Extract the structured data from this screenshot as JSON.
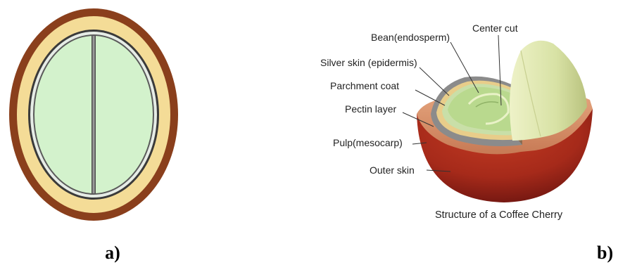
{
  "panel_a": {
    "letter": "a)"
  },
  "panel_b": {
    "letter": "b)",
    "caption": "Structure of a Coffee Cherry",
    "labels": {
      "bean": "Bean(endosperm)",
      "center_cut": "Center cut",
      "silver_skin": "Silver skin (epidermis)",
      "parchment": "Parchment coat",
      "pectin": "Pectin layer",
      "pulp": "Pulp(mesocarp)",
      "outer_skin": "Outer skin"
    }
  },
  "colors": {
    "outer_skin": "#8a3f1c",
    "pulp": "#f4dc97",
    "bean": "#d3f2cc",
    "cherry_red": "#a62a1a",
    "cherry_dark": "#6e1510",
    "cut_flesh": "#d9906a",
    "half_bean": "#dfe7b2"
  }
}
